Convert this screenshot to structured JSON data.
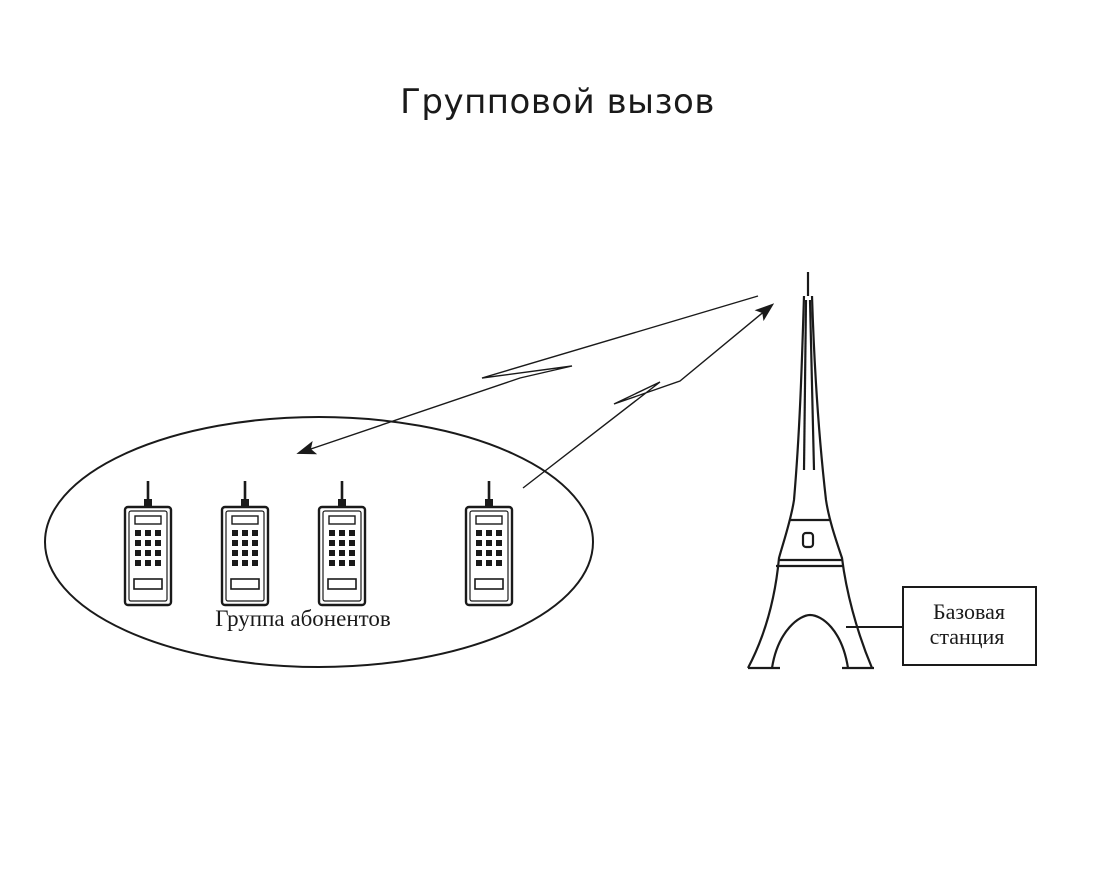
{
  "slide": {
    "title": "Групповой вызов"
  },
  "diagram": {
    "group_label": "Группа абонентов",
    "base_station_label": [
      "Базовая",
      "станция"
    ],
    "handset_count": 4,
    "colors": {
      "ink": "#1a1a1a",
      "background": "#ffffff"
    },
    "icons": [
      "handset-icon",
      "radio-tower-icon",
      "arrow-icon"
    ]
  }
}
